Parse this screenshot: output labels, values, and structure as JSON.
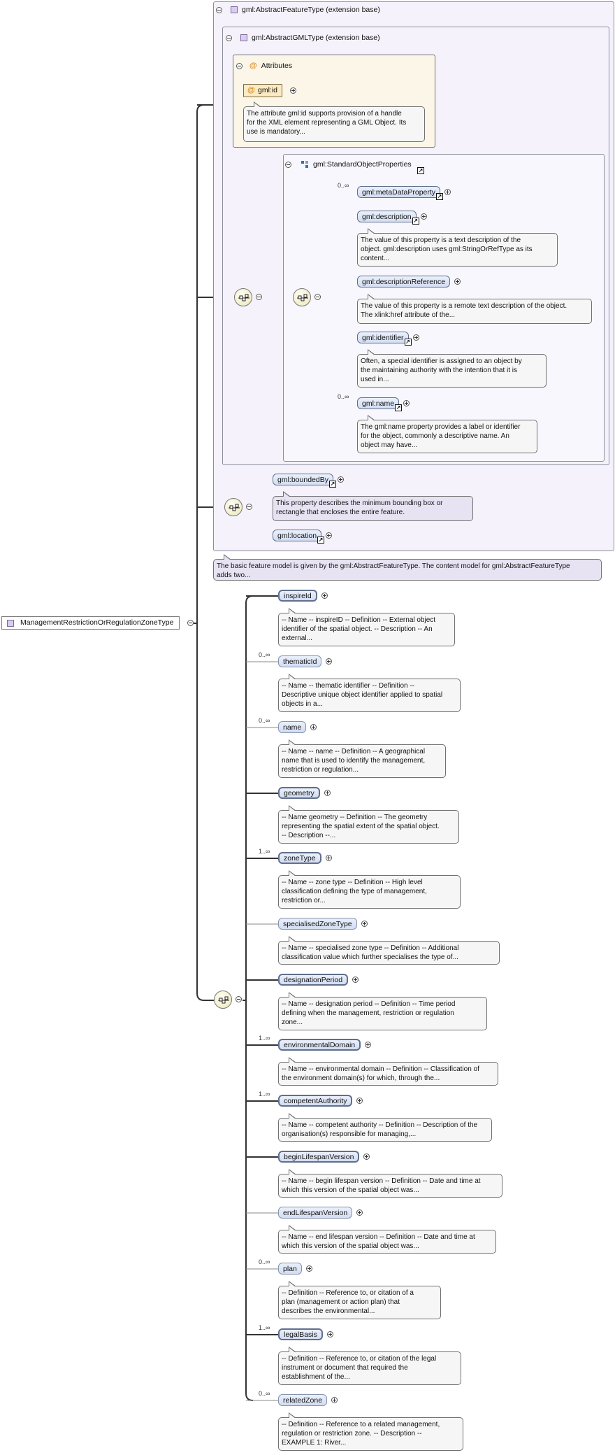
{
  "root": {
    "label": "ManagementRestrictionOrRegulationZoneType"
  },
  "feature_type": {
    "label": "gml:AbstractFeatureType (extension base)"
  },
  "gml_type": {
    "label": "gml:AbstractGMLType (extension base)"
  },
  "attributes": {
    "label": "Attributes",
    "gml_id": "gml:id",
    "gml_id_doc": "The attribute gml:id supports provision of a handle\nfor the XML element representing a GML Object. Its\nuse is mandatory..."
  },
  "standard_props": {
    "label": "gml:StandardObjectProperties",
    "items": [
      {
        "name": "gml:metaDataProperty",
        "card": "0..∞",
        "doc": ""
      },
      {
        "name": "gml:description",
        "card": "",
        "doc": "The value of this property is a text description of the\nobject. gml:description uses gml:StringOrRefType as its\ncontent..."
      },
      {
        "name": "gml:descriptionReference",
        "card": "",
        "doc": "The value of this property is a remote text description of the object.\nThe xlink:href attribute of the..."
      },
      {
        "name": "gml:identifier",
        "card": "",
        "doc": "Often, a special identifier is assigned to an object by\nthe maintaining authority with the intention that it is\nused in..."
      },
      {
        "name": "gml:name",
        "card": "0..∞",
        "doc": "The gml:name property provides a label or identifier\nfor the object, commonly a descriptive name. An\nobject may have..."
      }
    ]
  },
  "bounded": {
    "items": [
      {
        "name": "gml:boundedBy",
        "doc": "This property describes the minimum bounding box or\nrectangle that encloses the entire feature."
      },
      {
        "name": "gml:location",
        "doc": ""
      }
    ]
  },
  "feature_doc": "The basic feature model is given by the gml:AbstractFeatureType. The content model for gml:AbstractFeatureType\nadds two...",
  "elements": [
    {
      "name": "inspireId",
      "card": "",
      "doc": "-- Name -- inspireID -- Definition -- External object\nidentifier of the spatial object. -- Description -- An\nexternal..."
    },
    {
      "name": "thematicId",
      "card": "0..∞",
      "doc": "-- Name -- thematic identifier -- Definition --\nDescriptive unique object identifier applied to spatial\nobjects in a..."
    },
    {
      "name": "name",
      "card": "0..∞",
      "doc": "-- Name -- name -- Definition -- A geographical\nname that is used to identify the management,\nrestriction or regulation..."
    },
    {
      "name": "geometry",
      "card": "",
      "doc": "-- Name geometry -- Definition -- The geometry\nrepresenting the spatial extent of the spatial object.\n-- Description --..."
    },
    {
      "name": "zoneType",
      "card": "1..∞",
      "doc": "-- Name -- zone type -- Definition -- High level\nclassification defining the type of management,\nrestriction or..."
    },
    {
      "name": "specialisedZoneType",
      "card": "",
      "doc": "-- Name -- specialised zone type -- Definition -- Additional\nclassification value which further specialises the type of..."
    },
    {
      "name": "designationPeriod",
      "card": "",
      "doc": "-- Name -- designation period -- Definition -- Time period\ndefining when the management, restriction or regulation\nzone..."
    },
    {
      "name": "environmentalDomain",
      "card": "1..∞",
      "doc": "-- Name -- environmental domain -- Definition -- Classification of\nthe environment domain(s) for which, through the..."
    },
    {
      "name": "competentAuthority",
      "card": "1..∞",
      "doc": "-- Name -- competent authority -- Definition -- Description of the\norganisation(s) responsible for managing,..."
    },
    {
      "name": "beginLifespanVersion",
      "card": "",
      "doc": "-- Name -- begin lifespan version -- Definition -- Date and time at\nwhich this version of the spatial object was..."
    },
    {
      "name": "endLifespanVersion",
      "card": "",
      "doc": "-- Name -- end lifespan version -- Definition -- Date and time at\nwhich this version of the spatial object was..."
    },
    {
      "name": "plan",
      "card": "0..∞",
      "doc": "-- Definition -- Reference to, or citation of a\nplan (management or action plan) that\ndescribes the environmental..."
    },
    {
      "name": "legalBasis",
      "card": "1..∞",
      "doc": "-- Definition -- Reference to, or citation of the legal\ninstrument or document that required the\nestablishment of the..."
    },
    {
      "name": "relatedZone",
      "card": "0..∞",
      "doc": "-- Definition -- Reference to a related management,\nregulation or restriction zone. -- Description --\nEXAMPLE 1: River..."
    }
  ]
}
